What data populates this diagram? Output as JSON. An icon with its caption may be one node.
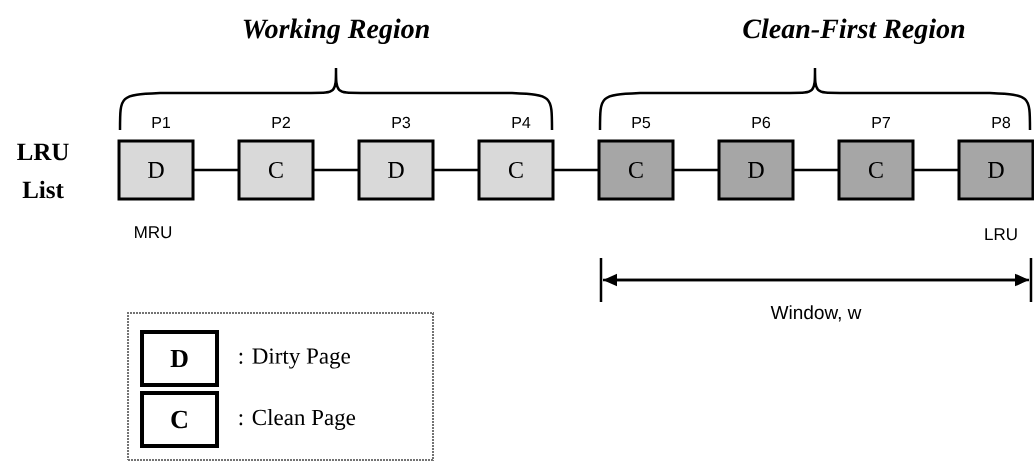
{
  "diagram": {
    "nodes": [
      {
        "text": [
          "D"
        ],
        "beside": [
          "P1"
        ]
      },
      {
        "text": [
          "C"
        ],
        "beside": [
          "P2"
        ]
      },
      {
        "text": [
          "D"
        ],
        "beside": [
          "P3"
        ]
      },
      {
        "text": [
          "C"
        ],
        "beside": [
          "P4"
        ]
      },
      {
        "text": [
          "C"
        ],
        "beside": [
          "P5"
        ]
      },
      {
        "text": [
          "D"
        ],
        "beside": [
          "P6"
        ]
      },
      {
        "text": [
          "C"
        ],
        "beside": [
          "P7"
        ]
      },
      {
        "text": [
          "D"
        ],
        "beside": [
          "P8"
        ]
      },
      {
        "text": [],
        "shape": "box"
      },
      {
        "text": [
          "D"
        ],
        "beside": [
          ": Dirty Page"
        ],
        "in": 8
      },
      {
        "text": [
          "C"
        ],
        "beside": [
          ": Clean Page"
        ],
        "in": 8
      }
    ],
    "edges": [
      {
        "from": 0,
        "to": 1,
        "arrow": "none"
      },
      {
        "from": 1,
        "to": 2,
        "arrow": "none"
      },
      {
        "from": 2,
        "to": 3,
        "arrow": "none"
      },
      {
        "from": 3,
        "to": 4,
        "arrow": "none"
      },
      {
        "from": 4,
        "to": 5,
        "arrow": "none"
      },
      {
        "from": 5,
        "to": 6,
        "arrow": "none"
      },
      {
        "from": 6,
        "to": 7,
        "arrow": "none"
      }
    ],
    "labels": [
      "Working Region",
      "Clean-First Region",
      "LRU List",
      "MRU",
      "LRU",
      "Window, w"
    ]
  }
}
